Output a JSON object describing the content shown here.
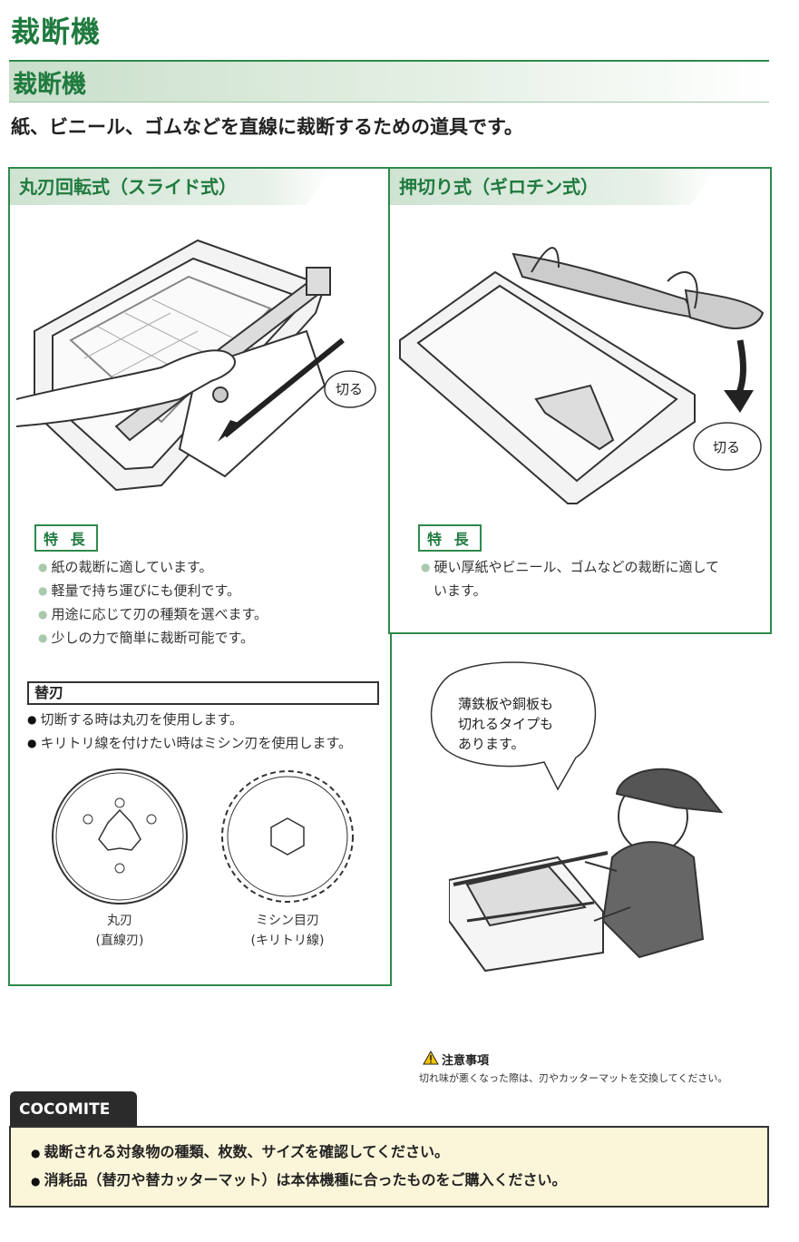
{
  "page": {
    "title": "裁断機",
    "section_title": "裁断機",
    "intro": "紙、ビニール、ゴムなどを直線に裁断するための道具です。"
  },
  "left_panel": {
    "heading": "丸刃回転式（スライド式）",
    "cut_label": "切る",
    "features_tag": "特 長",
    "features": [
      "紙の裁断に適しています。",
      "軽量で持ち運びにも便利です。",
      "用途に応じて刃の種類を選べます。",
      "少しの力で簡単に裁断可能です。"
    ],
    "blades_title": "替刃",
    "blades_notes": [
      "切断する時は丸刃を使用します。",
      "キリトリ線を付けたい時はミシン刃を使用します。"
    ],
    "blade1_name": "丸刃",
    "blade1_sub": "(直線刃)",
    "blade2_name": "ミシン目刃",
    "blade2_sub": "(キリトリ線)"
  },
  "right_panel": {
    "heading": "押切り式（ギロチン式）",
    "cut_label": "切る",
    "features_tag": "特 長",
    "features_line1": "硬い厚紙やビニール、ゴムなどの裁断に適して",
    "features_line2": "います。"
  },
  "speech": {
    "line1": "薄鉄板や銅板も",
    "line2": "切れるタイプも",
    "line3": "あります。"
  },
  "caution": {
    "title": "注意事項",
    "text": "切れ味が悪くなった際は、刃やカッターマットを交換してください。"
  },
  "cocomite": {
    "logo": "COCOMITE",
    "items": [
      "裁断される対象物の種類、枚数、サイズを確認してください。",
      "消耗品（替刃や替カッターマット）は本体機種に合ったものをご購入ください。"
    ]
  },
  "colors": {
    "brand_green": "#2f8a4c",
    "title_green": "#1f7a3e",
    "note_bg": "#fbf6da"
  }
}
